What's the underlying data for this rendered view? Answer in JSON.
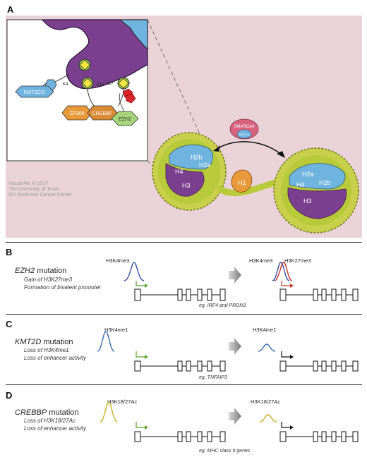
{
  "panel_a": {
    "letter": "A",
    "credit": [
      "Visual Art: © 2017",
      "The University of Texas",
      "MD Anderson Cancer Center"
    ],
    "inset_labels": {
      "kmt2cd": "KMT2C/D",
      "k4": "K4",
      "k18": "K18",
      "k27": "K27",
      "ep300": "EP300",
      "crebbp": "CREBBP",
      "ezh2": "EZH2"
    },
    "nucleosome_left": [
      "H2b",
      "H2a",
      "H4",
      "H3"
    ],
    "nucleosome_right": [
      "H2a",
      "H2b",
      "H4",
      "H3"
    ],
    "linker": "H1",
    "remodeler": "SMARCA4",
    "remodeler_sub": "ARID1A"
  },
  "panels": [
    {
      "letter": "B",
      "gene": "EZH2",
      "suffix": " mutation",
      "effects": [
        "Gain of H3K27me3",
        "Formation of bivalent promoter"
      ],
      "mark_before": "H3K4me3",
      "mark_after_1": "H3K4me3",
      "mark_after_2": "H3K27me3",
      "example": "eg. IRF4 and PRDM1"
    },
    {
      "letter": "C",
      "gene": "KMT2D",
      "suffix": " mutation",
      "effects": [
        "Loss of H3K4me1",
        "Loss of enhancer activity"
      ],
      "mark_before": "H3K4me1",
      "mark_after": "H3K4me1",
      "example": "eg. TNFAIP3"
    },
    {
      "letter": "D",
      "gene": "CREBBP",
      "suffix": " mutation",
      "effects": [
        "Loss of H3K18/27Ac",
        "Loss of enhancer activity"
      ],
      "mark_before": "H3K18/27Ac",
      "mark_after": "H3K18/27Ac",
      "example": "eg. MHC class II genes"
    }
  ],
  "colors": {
    "background_a": "#ead3d8",
    "purple": "#7b3f8f",
    "blue": "#6fb3df",
    "yellow_green": "#b8c93a",
    "orange": "#e8993a",
    "pink": "#d9637f",
    "peak_blue": "#3a4fa0",
    "peak_red": "#c0392b",
    "peak_yellow": "#c8b02a",
    "arrow_green": "#5aa02c"
  }
}
